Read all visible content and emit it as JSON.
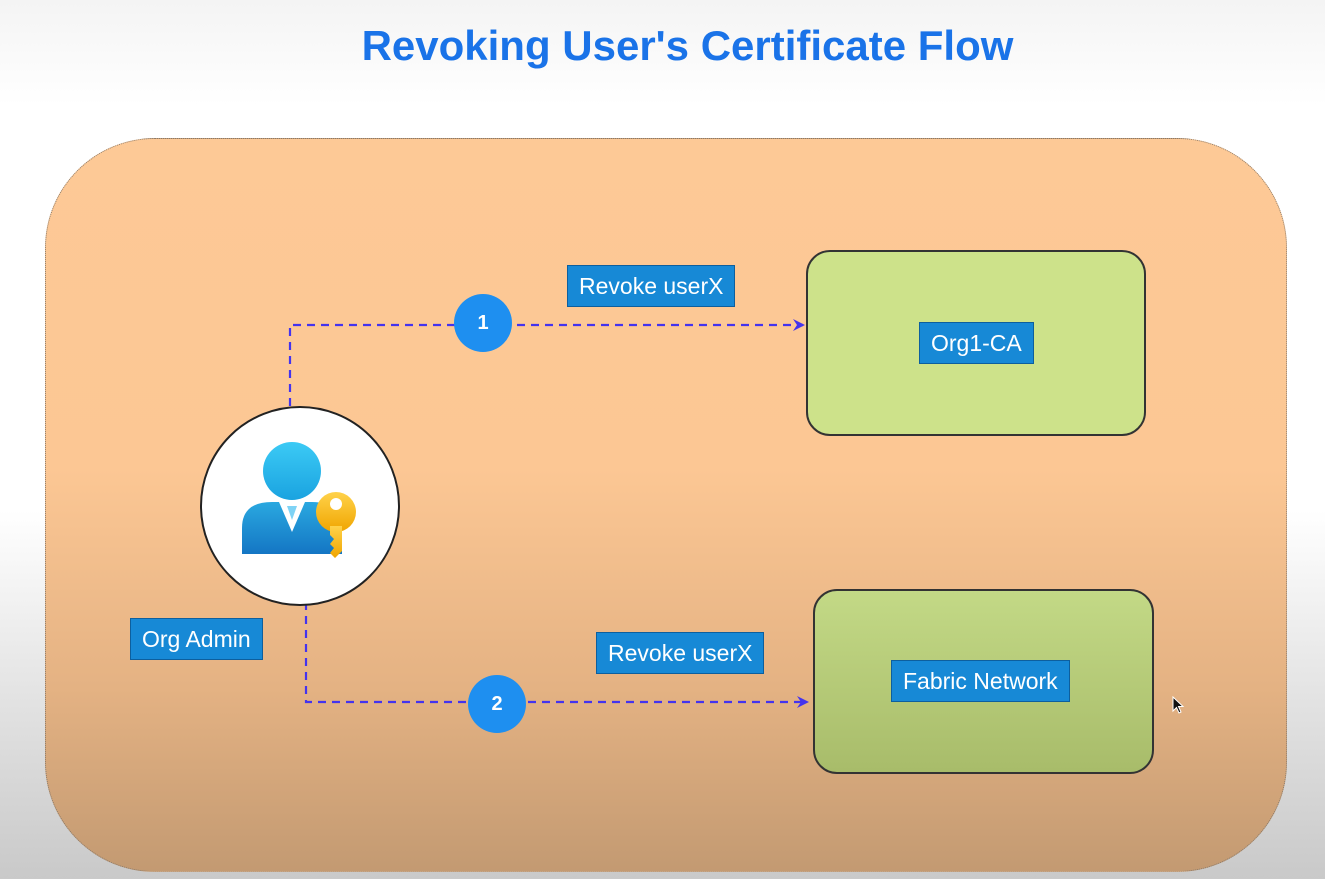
{
  "title": "Revoking User's Certificate Flow",
  "nodes": {
    "org_admin": "Org Admin",
    "ca": "Org1-CA",
    "network": "Fabric Network"
  },
  "edges": [
    {
      "step": "1",
      "label": "Revoke userX"
    },
    {
      "step": "2",
      "label": "Revoke userX"
    }
  ],
  "icons": {
    "admin": "user-key-icon",
    "cursor": "mouse-pointer-icon"
  },
  "colors": {
    "title": "#1a73e8",
    "panel": "#fdc996",
    "label_bg": "#1789d6",
    "step_bg": "#1e8ff0",
    "arrow": "#4433ee",
    "ca_fill": "#cde28a",
    "network_fill": "#b5c978"
  }
}
